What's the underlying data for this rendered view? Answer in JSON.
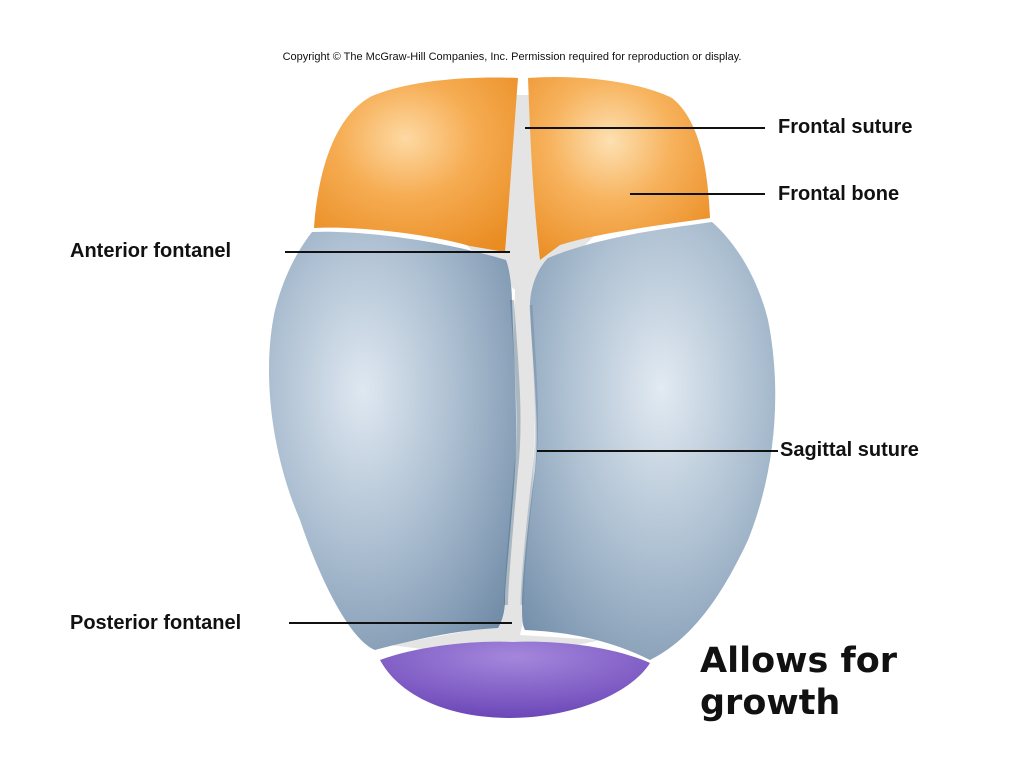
{
  "copyright": "Copyright © The McGraw-Hill Companies, Inc. Permission required for reproduction or display.",
  "labels": {
    "frontal_suture": "Frontal suture",
    "frontal_bone": "Frontal bone",
    "anterior_fontanel": "Anterior fontanel",
    "sagittal_suture": "Sagittal  suture",
    "posterior_fontanel": "Posterior fontanel"
  },
  "note": {
    "line1": "Allows for",
    "line2": "growth"
  },
  "colors": {
    "frontal_bone": "#f3a13a",
    "parietal_bone": "#8fa6bd",
    "occipital_bone": "#7d5cc4",
    "fontanel_membrane": "#e6e6e6",
    "leader_line": "#111111"
  }
}
